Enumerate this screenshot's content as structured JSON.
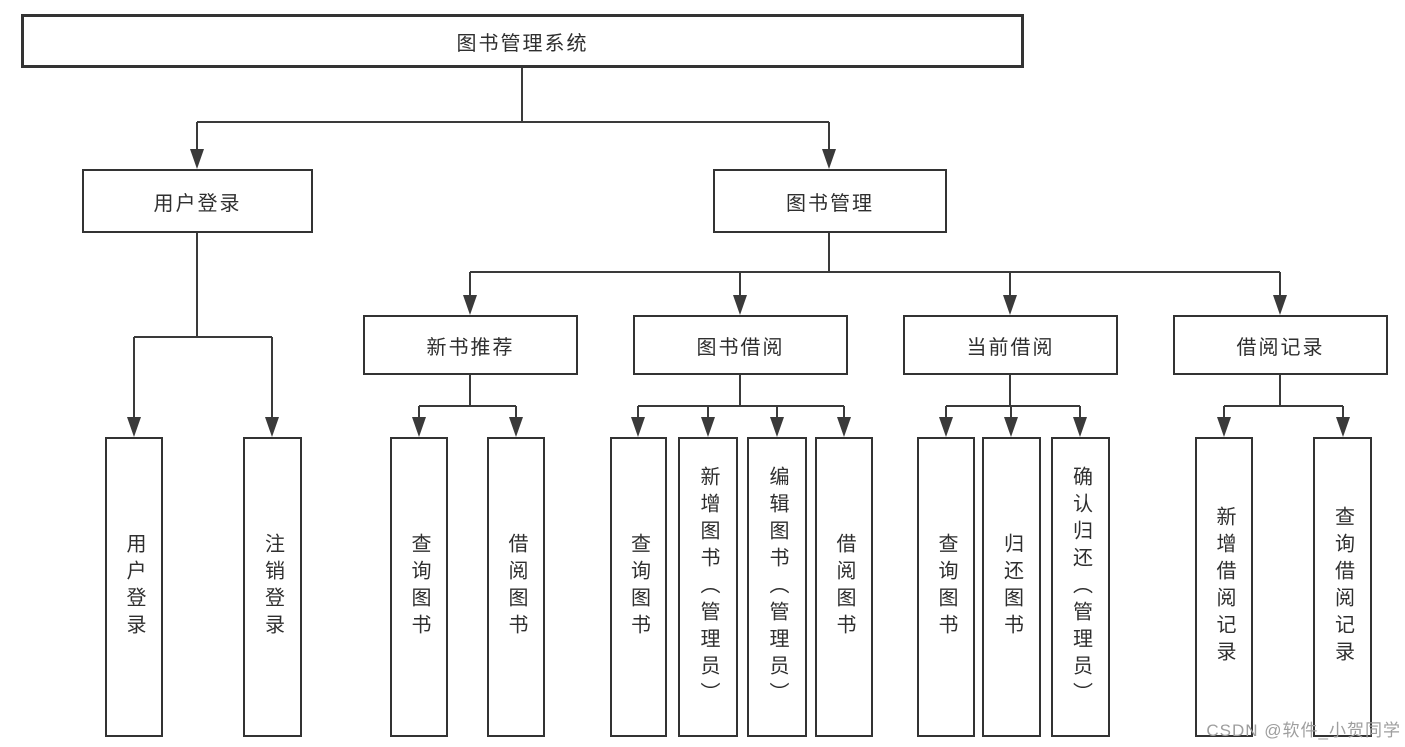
{
  "tree": {
    "root": {
      "label": "图书管理系统"
    },
    "branches": [
      {
        "label": "用户登录",
        "children": [
          {
            "label": "用户登录"
          },
          {
            "label": "注销登录"
          }
        ]
      },
      {
        "label": "图书管理",
        "children": [
          {
            "label": "新书推荐",
            "children": [
              {
                "label": "查询图书"
              },
              {
                "label": "借阅图书"
              }
            ]
          },
          {
            "label": "图书借阅",
            "children": [
              {
                "label": "查询图书"
              },
              {
                "label": "新增图书（管理员）"
              },
              {
                "label": "编辑图书（管理员）"
              },
              {
                "label": "借阅图书"
              }
            ]
          },
          {
            "label": "当前借阅",
            "children": [
              {
                "label": "查询图书"
              },
              {
                "label": "归还图书"
              },
              {
                "label": "确认归还（管理员）"
              }
            ]
          },
          {
            "label": "借阅记录",
            "children": [
              {
                "label": "新增借阅记录"
              },
              {
                "label": "查询借阅记录"
              }
            ]
          }
        ]
      }
    ]
  },
  "watermark": "CSDN @软件_小贺同学",
  "colors": {
    "line": "#3a3a3a",
    "box_border": "#333333",
    "text": "#2f2f2f",
    "background": "#ffffff",
    "watermark": "#9e9e9e"
  }
}
